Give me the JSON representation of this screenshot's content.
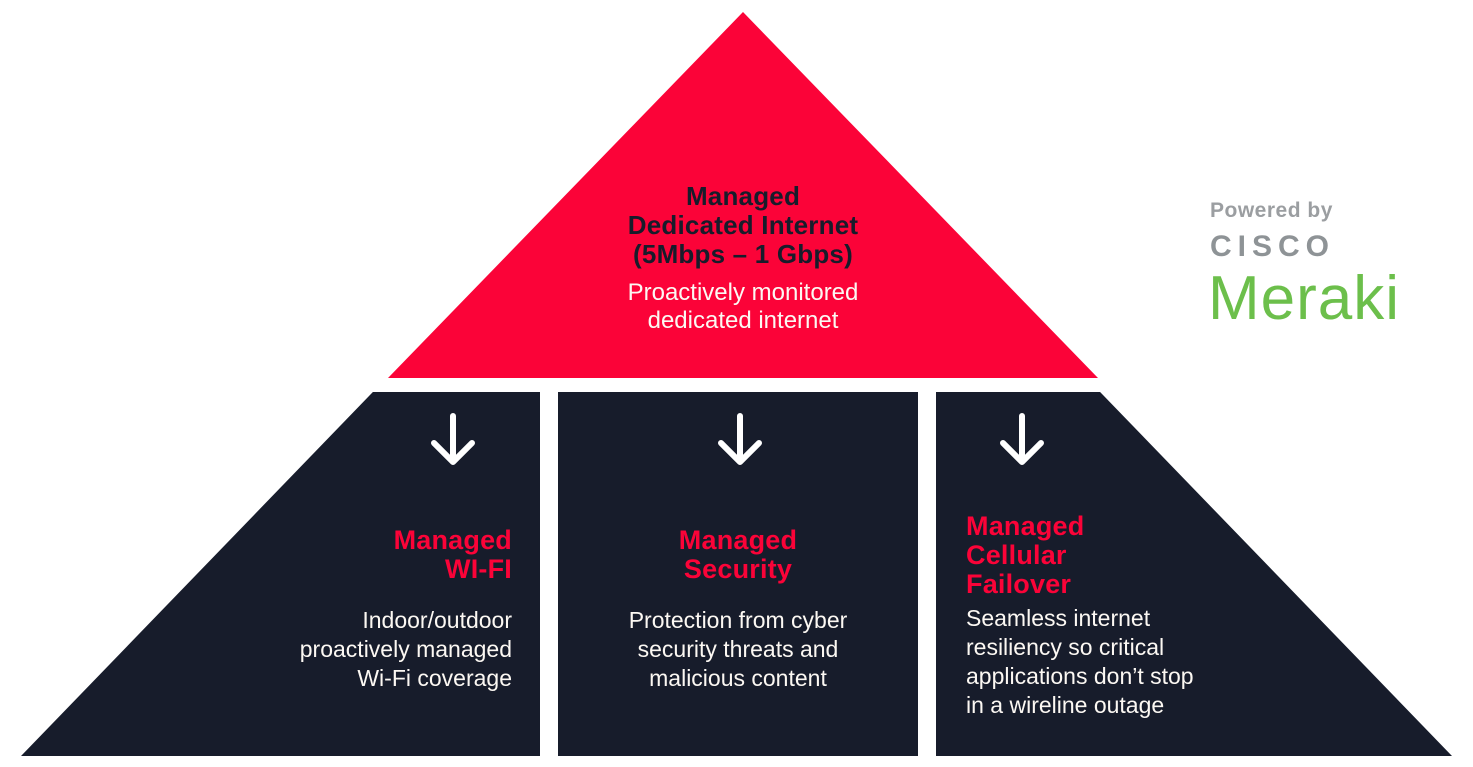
{
  "colors": {
    "background": "#FFFFFF",
    "red": "#FB0338",
    "navy": "#171C2B",
    "body_text": "#FCF8F3",
    "arrow": "#FFFFFF",
    "powered_by_gray": "#9B9EA1",
    "cisco_gray": "#8E9396",
    "meraki_green": "#6CBF4B"
  },
  "pyramid": {
    "top_segment": {
      "title_lines": [
        "Managed",
        "Dedicated Internet",
        "(5Mbps – 1 Gbps)"
      ],
      "subtitle_lines": [
        "Proactively monitored",
        "dedicated internet"
      ]
    },
    "base_segments": [
      {
        "name": "managed-wifi",
        "title_lines": [
          "Managed",
          "WI-FI"
        ],
        "body_lines": [
          "Indoor/outdoor",
          "proactively managed",
          "Wi-Fi coverage"
        ]
      },
      {
        "name": "managed-security",
        "title_lines": [
          "Managed",
          "Security"
        ],
        "body_lines": [
          "Protection from cyber",
          "security threats and",
          "malicious content"
        ]
      },
      {
        "name": "managed-cellular-failover",
        "title_lines": [
          "Managed",
          "Cellular",
          "Failover"
        ],
        "body_lines": [
          "Seamless internet",
          "resiliency so critical",
          "applications don’t stop",
          "in a wireline outage"
        ]
      }
    ]
  },
  "branding": {
    "powered_by": "Powered by",
    "cisco": "CISCO",
    "meraki": "Meraki"
  }
}
